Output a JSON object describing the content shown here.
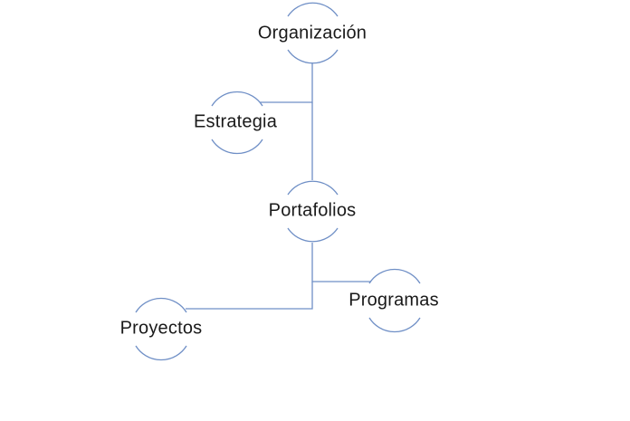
{
  "diagram": {
    "type": "hierarchy",
    "line_color": "#6f8fc6",
    "nodes": [
      {
        "id": "organizacion",
        "label": "Organización"
      },
      {
        "id": "estrategia",
        "label": "Estrategia"
      },
      {
        "id": "portafolios",
        "label": "Portafolios"
      },
      {
        "id": "programas",
        "label": "Programas"
      },
      {
        "id": "proyectos",
        "label": "Proyectos"
      }
    ],
    "edges": [
      {
        "from": "organizacion",
        "to": "estrategia"
      },
      {
        "from": "organizacion",
        "to": "portafolios"
      },
      {
        "from": "portafolios",
        "to": "programas"
      },
      {
        "from": "portafolios",
        "to": "proyectos"
      }
    ]
  }
}
